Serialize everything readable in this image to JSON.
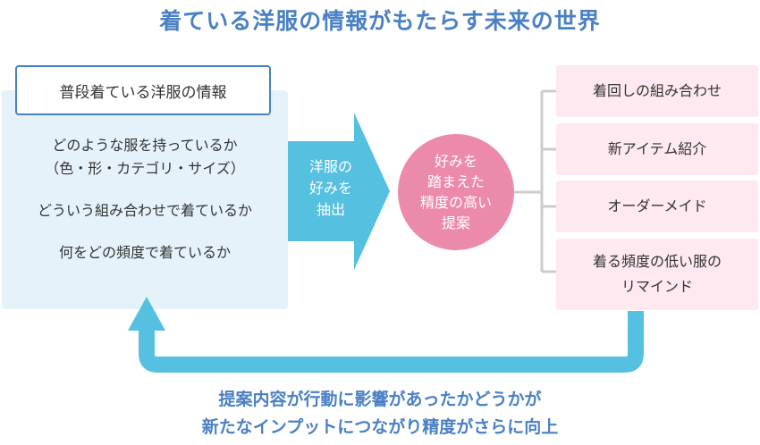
{
  "title": "着ている洋服の情報がもたらす未来の世界",
  "info_panel": {
    "header": "普段着ている洋服の情報",
    "lines": [
      "どのような服を持っているか",
      "（色・形・カテゴリ・サイズ）",
      "どういう組み合わせで着ているか",
      "何をどの頻度で着ているか"
    ]
  },
  "extract_arrow": {
    "label_lines": [
      "洋服の",
      "好みを",
      "抽出"
    ]
  },
  "proposal_circle": {
    "label": "好みを\n踏まえた\n精度の高い\n提案"
  },
  "outputs": [
    {
      "label": "着回しの組み合わせ"
    },
    {
      "label": "新アイテム紹介"
    },
    {
      "label": "オーダーメイド"
    },
    {
      "label": "着る頻度の低い服の\nリマインド"
    }
  ],
  "feedback": {
    "line1": "提案内容が行動に影響があったかどうかが",
    "line2": "新たなインプットにつながり精度がさらに向上"
  },
  "colors": {
    "title": "#4a80c4",
    "panel_fill": "#e6f2fa",
    "header_border": "#4a80c4",
    "header_text": "#333333",
    "arrow": "#55c0e0",
    "circle": "#ec8aab",
    "output_fill": "#fde9ef",
    "bracket": "#cccccc",
    "feedback_text": "#4a80c4"
  }
}
